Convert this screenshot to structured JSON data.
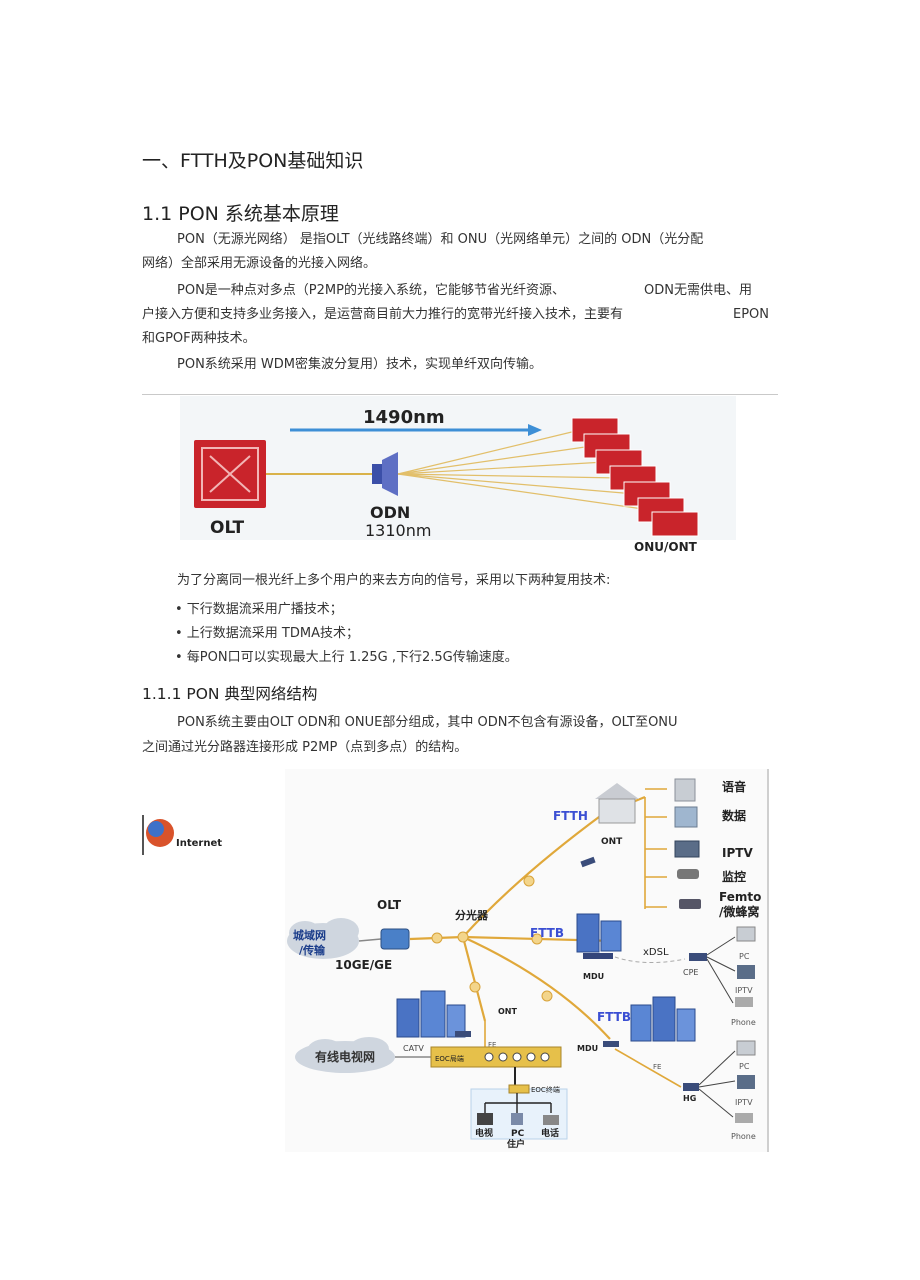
{
  "heading1": "一、FTTH及PON基础知识",
  "heading2": "1.1 PON 系统基本原理",
  "para1": {
    "line1": "PON（无源光网络） 是指OLT（光线路终端）和 ONU（光网络单元）之间的 ODN（光分配",
    "line2": "网络）全部采用无源设备的光接入网络。"
  },
  "para2": {
    "line1a": "PON是一种点对多点（P2MP的光接入系统，它能够节省光纤资源、",
    "line1b": "ODN无需供电、用",
    "line2a": "户接入方便和支持多业务接入，是运营商目前大力推行的宽带光纤接入技术，主要有",
    "line2b": "EPON",
    "line3": "和GPOF两种技术。"
  },
  "para3": "PON系统采用  WDM密集波分复用）技术，实现单纤双向传输。",
  "figure1": {
    "downstream": "1490nm",
    "olt": "OLT",
    "odn": "ODN",
    "upstream": "1310nm",
    "onu": "ONU/ONT"
  },
  "intro": "为了分离同一根光纤上多个用户的来去方向的信号，采用以下两种复用技术:",
  "bullets": [
    "• 下行数据流采用广播技术；",
    "• 上行数据流采用  TDMA技术；",
    "• 每PON口可以实现最大上行  1.25G ,下行2.5G传输速度。"
  ],
  "heading3": "1.1.1 PON 典型网络结构",
  "para4": {
    "line1": "PON系统主要由OLT ODN和  ONUE部分组成，其中  ODN不包含有源设备，OLT至ONU",
    "line2": "之间通过光分路器连接形成  P2MP（点到多点）的结构。"
  },
  "figure2": {
    "internet": "Internet",
    "metro": "城域网",
    "metro2": "/传输",
    "olt": "OLT",
    "olt_port": "10GE/GE",
    "splitter": "分光器",
    "ftth": "FTTH",
    "fttb1": "FTTB",
    "fttb2": "FTTB",
    "ont_top": "ONT",
    "ont_mid": "ONT",
    "mdu1": "MDU",
    "mdu2": "MDU",
    "xdsl": "xDSL",
    "cpe": "CPE",
    "hg": "HG",
    "fe1": "FE",
    "fe2": "FE",
    "catv": "CATV",
    "cable_tv": "有线电视网",
    "eoc_head": "EOC局端",
    "eoc_term": "EOC终端",
    "services": [
      "语音",
      "数据",
      "IPTV",
      "监控",
      "Femto",
      "/微蜂窝"
    ],
    "fttb_devices1": [
      "PC",
      "IPTV",
      "Phone"
    ],
    "fttb_devices2": [
      "PC",
      "IPTV",
      "Phone"
    ],
    "home_devices": [
      "电视",
      "PC",
      "电话"
    ],
    "home_label": "住户"
  }
}
